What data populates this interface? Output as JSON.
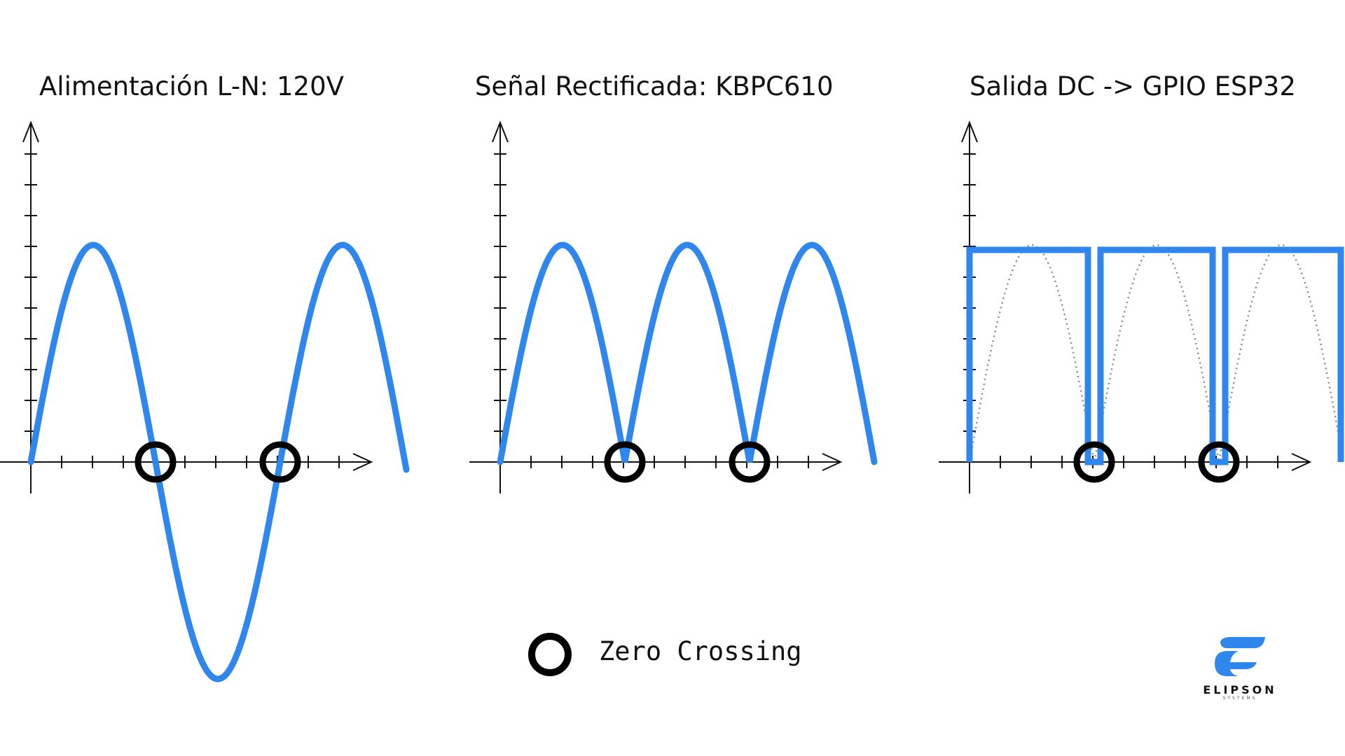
{
  "panels": [
    {
      "title": "Alimentación L-N: 120V",
      "signal": "sine"
    },
    {
      "title": "Señal Rectificada: KBPC610",
      "signal": "full-wave-rectified"
    },
    {
      "title": "Salida DC -> GPIO ESP32",
      "signal": "square-pulse-with-dotted-rectified-reference"
    }
  ],
  "legend": {
    "marker_icon": "zero-crossing-circle-icon",
    "label": "Zero Crossing"
  },
  "logo": {
    "name": "ELIPSON",
    "subtitle": "SYSTEMS",
    "icon": "elipson-e-logo-icon"
  },
  "colors": {
    "signal": "#2f86ec",
    "axis": "#111111",
    "marker": "#000000",
    "reference": "#8a8a8a"
  }
}
